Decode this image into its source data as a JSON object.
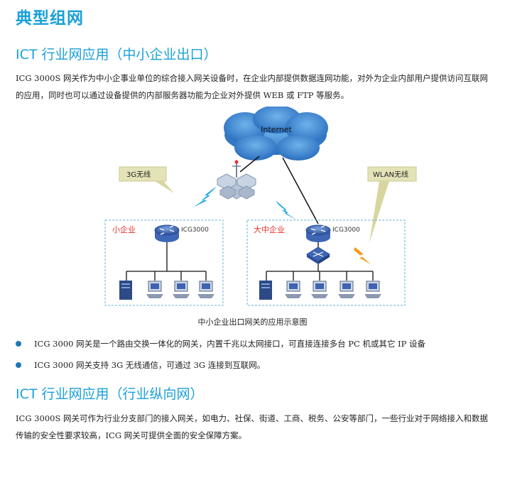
{
  "page_title": "典型组网",
  "section1": {
    "heading": "ICT 行业网应用（中小企业出口）",
    "paragraph": "ICG 3000S 网关作为中小企事业单位的综合接入网关设备时，在企业内部提供数据连网功能，对外为企业内部用户提供访问互联网的应用，同时也可以通过设备提供的内部服务器功能为企业对外提供 WEB 或 FTP 等服务。"
  },
  "diagram": {
    "internet_label": "Internet",
    "wireless_3g_label": "3G无线",
    "wlan_label": "WLAN无线",
    "small_enterprise_label": "小企业",
    "large_enterprise_label": "大中企业",
    "router_label_small": "ICG3000",
    "router_label_large": "ICG3000",
    "caption": "中小企业出口网关的应用示意图",
    "colors": {
      "cloud": "#2a74c4",
      "zone_border": "#5fb4d8",
      "zone_label": "#e8312a",
      "callout": "#c8c890"
    }
  },
  "bullets": [
    "ICG 3000 网关是一个路由交换一体化的网关，内置千兆以太网接口，可直接连接多台 PC 机或其它 IP 设备",
    "ICG 3000 网关支持 3G 无线通信，可通过 3G 连接到互联网。"
  ],
  "section2": {
    "heading": "ICT 行业网应用（行业纵向网）",
    "paragraph": "ICG 3000S 网关可作为行业分支部门的接入网关，如电力、社保、街道、工商、税务、公安等部门，一些行业对于网络接入和数据传输的安全性要求较高，ICG 网关可提供全面的安全保障方案。"
  }
}
